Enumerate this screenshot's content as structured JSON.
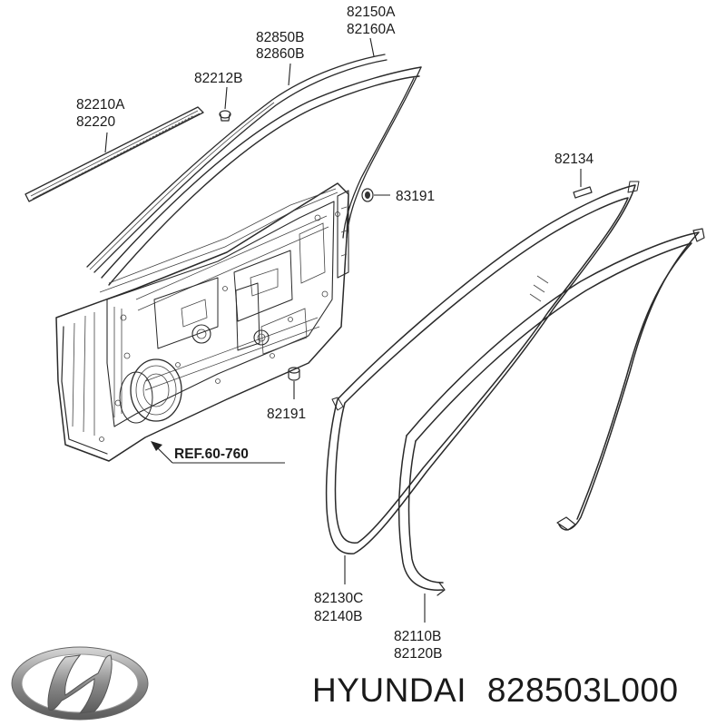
{
  "labels": {
    "p82150": [
      "82150A",
      "82160A"
    ],
    "p82850": [
      "82850B",
      "82860B"
    ],
    "p82212": [
      "82212B"
    ],
    "p82210": [
      "82210A",
      "82220"
    ],
    "p82134": [
      "82134"
    ],
    "p83191": [
      "83191"
    ],
    "p82191": [
      "82191"
    ],
    "p82130": [
      "82130C",
      "82140B"
    ],
    "p82110": [
      "82110B",
      "82120B"
    ]
  },
  "reference": "REF.60-760",
  "brand": {
    "name": "HYUNDAI",
    "part_number": "828503L000",
    "logo_color": "#8a8a8a"
  },
  "colors": {
    "line": "#222222",
    "background": "#ffffff"
  }
}
